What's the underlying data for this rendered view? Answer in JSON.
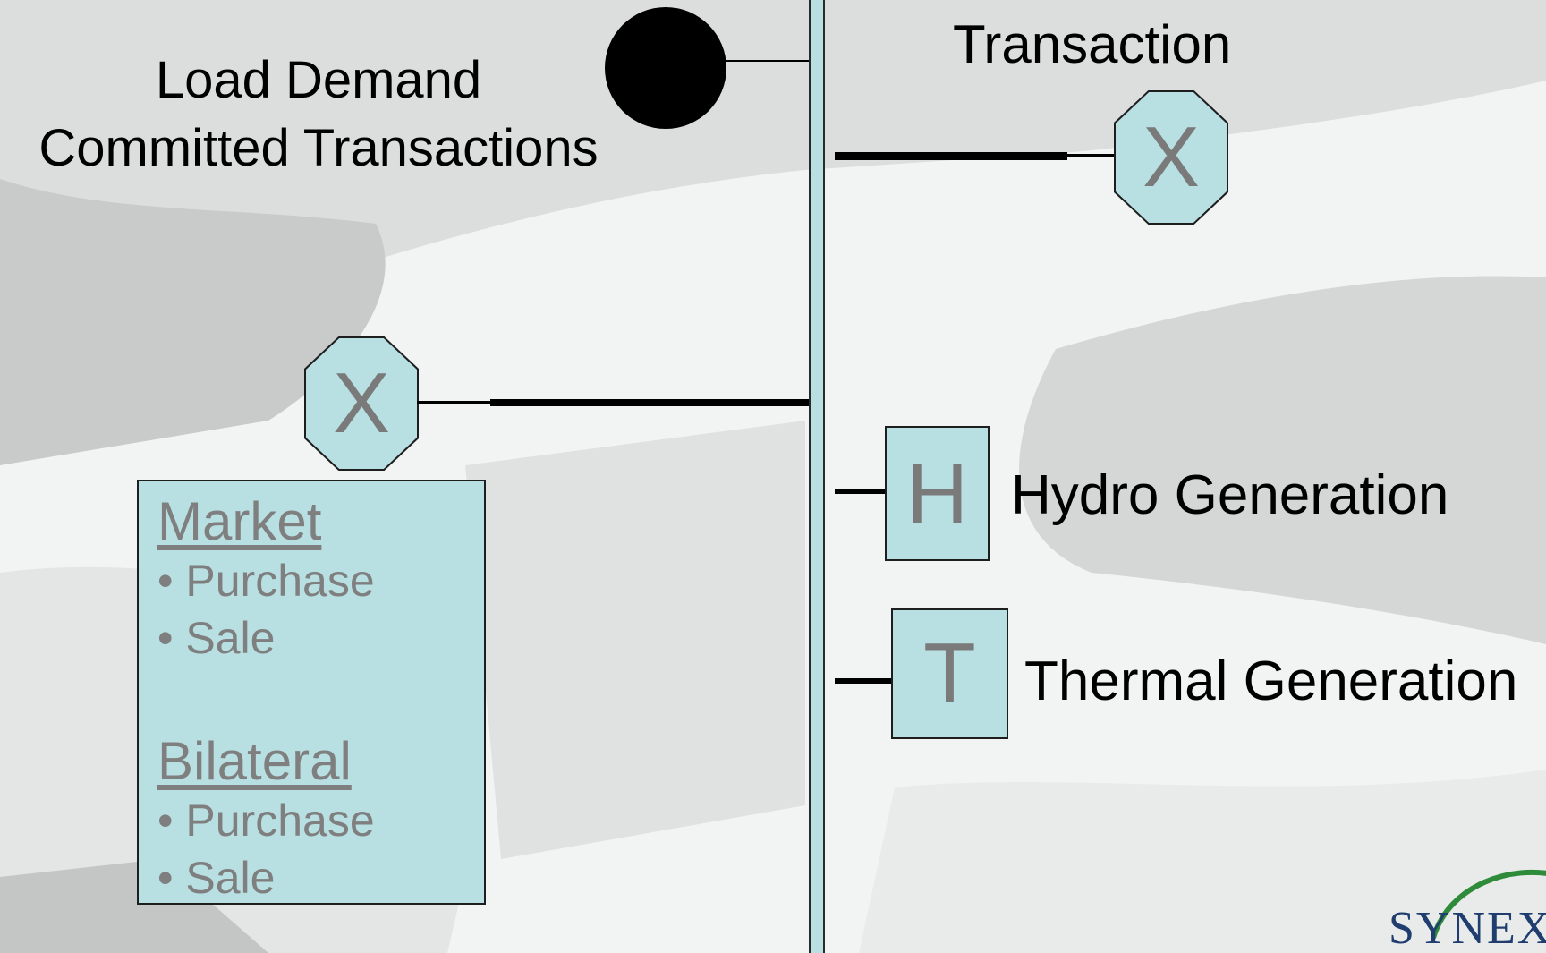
{
  "diagram": {
    "load_label_line1": "Load Demand",
    "load_label_line2": "Committed Transactions",
    "transaction_label": "Transaction",
    "transaction_symbol": "X",
    "market_symbol": "X",
    "hydro": {
      "symbol": "H",
      "label": "Hydro Generation"
    },
    "thermal": {
      "symbol": "T",
      "label": "Thermal Generation"
    },
    "panel": {
      "market_heading": "Market",
      "market_items": [
        "• Purchase",
        "• Sale"
      ],
      "bilateral_heading": "Bilateral",
      "bilateral_items": [
        "• Purchase",
        "• Sale"
      ]
    }
  },
  "logo": {
    "text": "SYNEX"
  },
  "colors": {
    "fill_light_teal": "#b8dfe2",
    "symbol_text_gray": "#7a7a7a",
    "logo_blue": "#1f3d6e",
    "logo_green": "#2e8b3a"
  }
}
